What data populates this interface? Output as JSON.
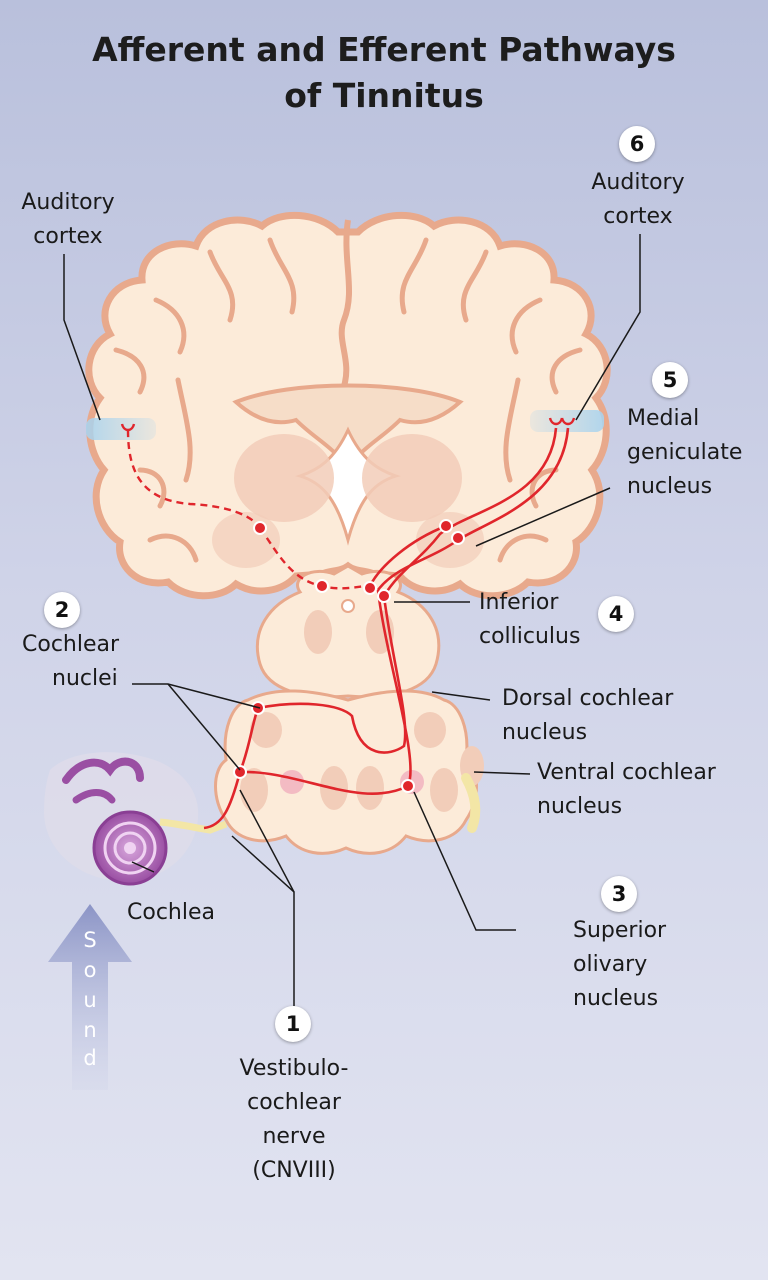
{
  "title": {
    "line1": "Afferent and Efferent Pathways",
    "line2": "of Tinnitus"
  },
  "labels": {
    "auditory_cortex_left": [
      "Auditory",
      "cortex"
    ],
    "auditory_cortex_right": [
      "Auditory",
      "cortex"
    ],
    "medial_geniculate": [
      "Medial",
      "geniculate",
      "nucleus"
    ],
    "inferior_colliculus": [
      "Inferior",
      "colliculus"
    ],
    "cochlear_nuclei": [
      "Cochlear",
      "nuclei"
    ],
    "dorsal_cochlear": [
      "Dorsal cochlear",
      "nucleus"
    ],
    "ventral_cochlear": [
      "Ventral cochlear",
      "nucleus"
    ],
    "cochlea": "Cochlea",
    "superior_olivary": [
      "Superior",
      "olivary",
      "nucleus"
    ],
    "vestibulocochlear": [
      "Vestibulo-",
      "cochlear",
      "nerve",
      "(CNVIII)"
    ]
  },
  "numbers": {
    "n1": "1",
    "n2": "2",
    "n3": "3",
    "n4": "4",
    "n5": "5",
    "n6": "6"
  },
  "sound_arrow": {
    "letters": [
      "S",
      "o",
      "u",
      "n",
      "d"
    ]
  },
  "colors": {
    "pathway": "#e0262c",
    "brain_fill": "#fcebd9",
    "brain_outline": "#e8a98c",
    "nucleus": "#f2cdb9",
    "cortex_highlight": "#a9d3ee",
    "cochlea": "#b06ab8",
    "arrow": "#8a93c4"
  }
}
